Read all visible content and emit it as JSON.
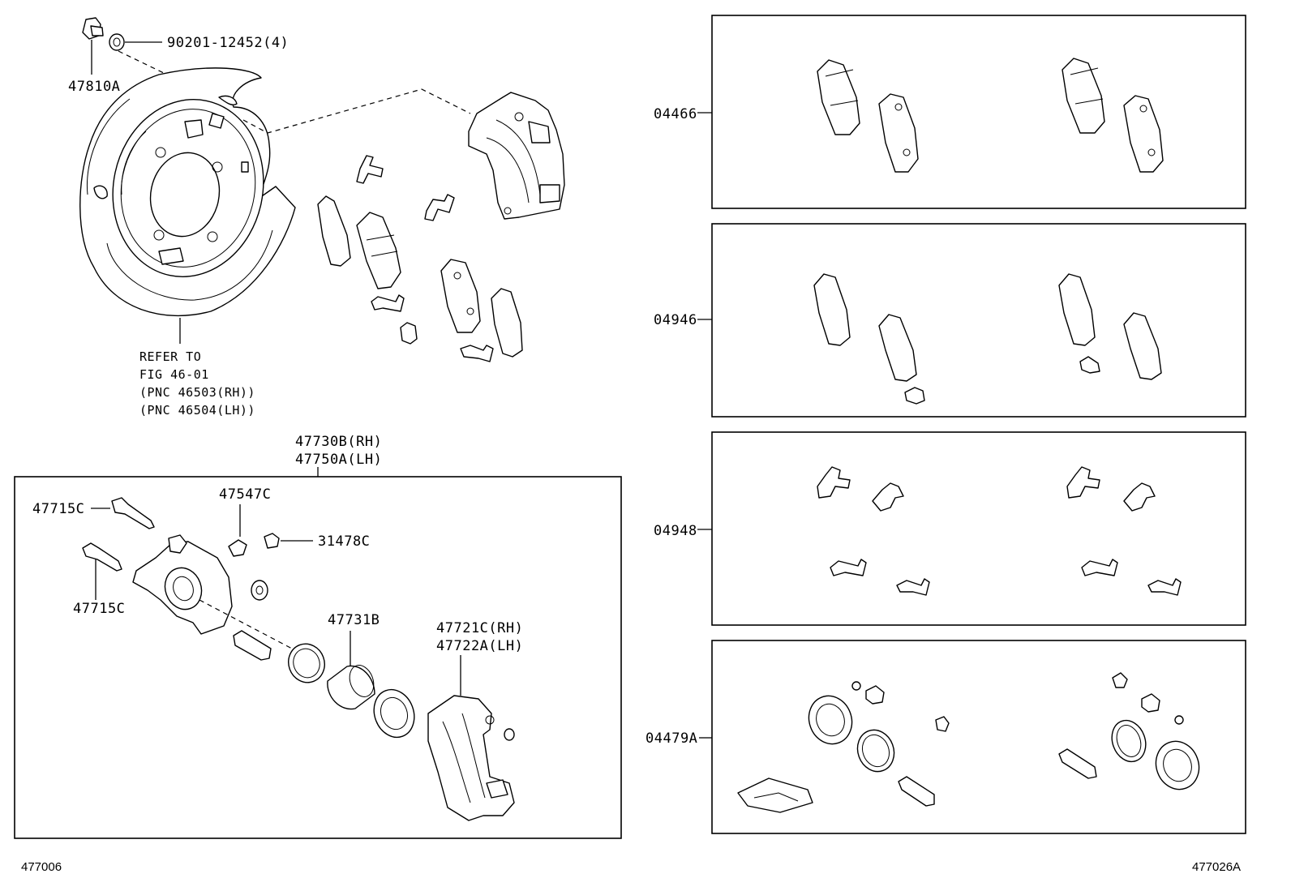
{
  "labels": {
    "bolt_part": "47810A",
    "washer_part": "90201-12452(4)",
    "refer_1": "REFER TO",
    "refer_2": "FIG 46-01",
    "refer_3": "(PNC 46503(RH))",
    "refer_4": "(PNC 46504(LH))",
    "caliper_rh": "47730B(RH)",
    "caliper_lh": "47750A(LH)",
    "pin_upper": "47715C",
    "pin_lower": "47715C",
    "bleeder": "47547C",
    "cap": "31478C",
    "piston": "47731B",
    "mount_rh": "47721C(RH)",
    "mount_lh": "47722A(LH)"
  },
  "kits": [
    {
      "label": "04466"
    },
    {
      "label": "04946"
    },
    {
      "label": "04948"
    },
    {
      "label": "04479A"
    }
  ],
  "footer": {
    "left": "477006",
    "right": "477026A"
  }
}
